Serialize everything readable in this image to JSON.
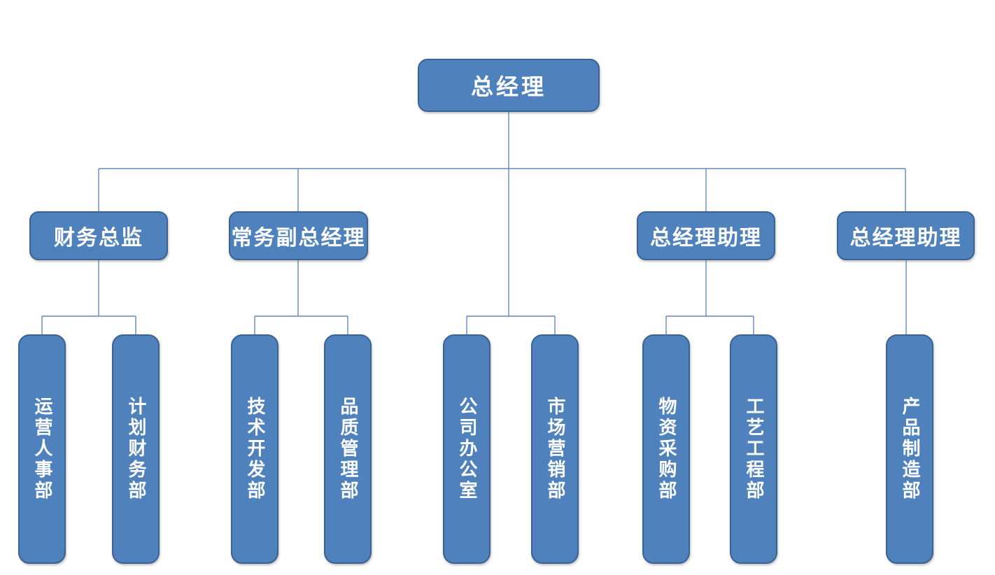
{
  "org": {
    "root": {
      "label": "总经理"
    },
    "branches": [
      {
        "label": "财务总监",
        "departments": [
          {
            "label": "运营人事部"
          },
          {
            "label": "计划财务部"
          }
        ]
      },
      {
        "label": "常务副总经理",
        "departments": [
          {
            "label": "技术开发部"
          },
          {
            "label": "品质管理部"
          }
        ]
      },
      {
        "type": "direct-report-to-root",
        "departments": [
          {
            "label": "公司办公室"
          },
          {
            "label": "市场营销部"
          }
        ]
      },
      {
        "label": "总经理助理",
        "departments": [
          {
            "label": "物资采购部"
          },
          {
            "label": "工艺工程部"
          }
        ]
      },
      {
        "label": "总经理助理",
        "departments": [
          {
            "label": "产品制造部"
          }
        ]
      }
    ],
    "colors": {
      "box_fill": "#4f81bd",
      "box_border": "#3a6394",
      "connector": "#6089bb",
      "text": "#ffffff",
      "background": "#ffffff"
    }
  }
}
